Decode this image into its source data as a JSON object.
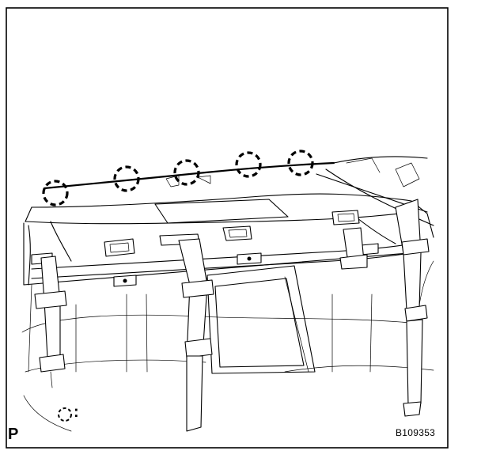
{
  "figure": {
    "corner_label": "P",
    "legend_symbol": "dashed-circle",
    "legend_text": ":",
    "figure_id": "B109353"
  },
  "callouts": {
    "clip_marker": "dashed-circle",
    "count": 5
  }
}
